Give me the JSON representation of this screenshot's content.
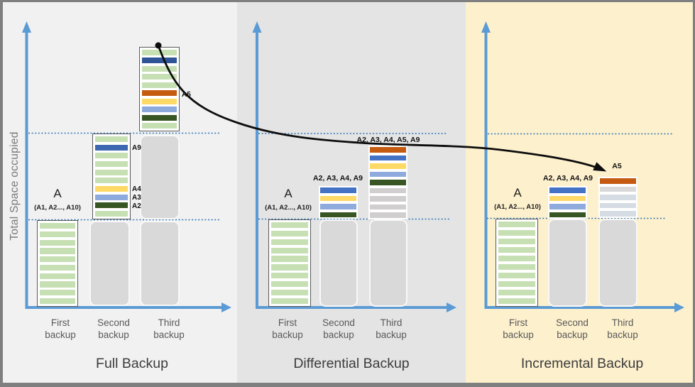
{
  "colors": {
    "green": "#c6e0b4",
    "blue": "#4472c4",
    "blueMid": "#3d68b1",
    "navy": "#2f5597",
    "yellow": "#ffd966",
    "lightblue": "#8faadc",
    "darkgreen": "#375623",
    "orange": "#c55a11",
    "gray": "#d0cece",
    "bluegray": "#d6dce4",
    "lightgray": "#d9d9d9",
    "axis": "#5b9bd5",
    "dotted": "#2e74b5",
    "placeholder": "#d9d9d9",
    "connector": "#0d0d0d"
  },
  "y_axis_label": "Total Space occupied",
  "panels": [
    {
      "title": "Full Backup",
      "col_labels": [
        "First\nbackup",
        "Second\nbackup",
        "Third\nbackup"
      ],
      "a_label": "A",
      "a_sub": "(A1, A2..., A10)",
      "second_bar_labels": [
        "A9",
        "A4",
        "A3",
        "A2"
      ],
      "third_bar_label": "A5",
      "bars": {
        "first": [
          "green",
          "green",
          "green",
          "green",
          "green",
          "green",
          "green",
          "green",
          "green",
          "green"
        ],
        "second": [
          "green",
          "blueMid",
          "green",
          "green",
          "green",
          "green",
          "yellow",
          "lightblue",
          "darkgreen",
          "green"
        ],
        "third": [
          "green",
          "navy",
          "green",
          "green",
          "green",
          "orange",
          "yellow",
          "lightblue",
          "darkgreen",
          "green"
        ]
      }
    },
    {
      "title": "Differential Backup",
      "col_labels": [
        "First\nbackup",
        "Second\nbackup",
        "Third\nbackup"
      ],
      "a_label": "A",
      "a_sub": "(A1, A2..., A10)",
      "stack2_label": "A2, A3, A4, A9",
      "stack3_label": "A2, A3, A4, A5, A9",
      "bars": {
        "first": [
          "green",
          "green",
          "green",
          "green",
          "green",
          "green",
          "green",
          "green",
          "green",
          "green"
        ],
        "second": [
          "blue",
          "yellow",
          "lightblue",
          "darkgreen"
        ],
        "third": [
          "orange",
          "blue",
          "yellow",
          "lightblue",
          "darkgreen",
          "gray",
          "gray",
          "gray",
          "gray"
        ]
      }
    },
    {
      "title": "Incremental Backup",
      "col_labels": [
        "First\nbackup",
        "Second\nbackup",
        "Third\nbackup"
      ],
      "a_label": "A",
      "a_sub": "(A1, A2..., A10)",
      "stack2_label": "A2, A3, A4, A9",
      "stack3_label": "A5",
      "bars": {
        "first": [
          "green",
          "green",
          "green",
          "green",
          "green",
          "green",
          "green",
          "green",
          "green",
          "green"
        ],
        "second": [
          "blue",
          "yellow",
          "lightblue",
          "darkgreen"
        ],
        "third": [
          "orange",
          "lightgray",
          "bluegray",
          "bluegray",
          "bluegray"
        ]
      }
    }
  ]
}
